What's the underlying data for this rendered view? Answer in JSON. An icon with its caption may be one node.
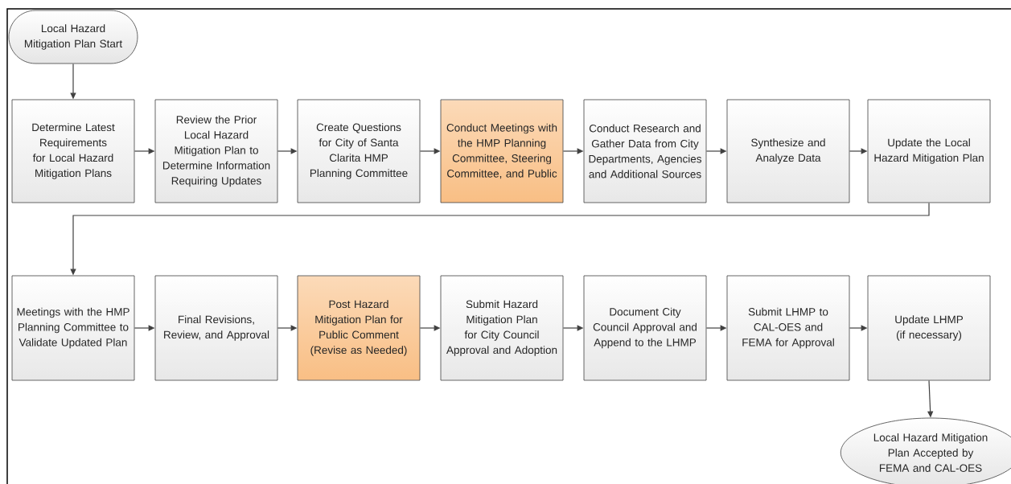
{
  "diagram": {
    "nodes": [
      {
        "text": [
          "Local Hazard Mitigation Plan Start"
        ]
      },
      {
        "text": [
          "Determine Latest Requirements for Local Hazard Mitigation Plans"
        ]
      },
      {
        "text": [
          "Review the Prior Local Hazard Mitigation Plan to Determine Information Requiring Updates"
        ]
      },
      {
        "text": [
          "Create Questions for City of Santa Clarita HMP Planning Committee"
        ]
      },
      {
        "text": [
          "Conduct Meetings with the HMP Planning Committee, Steering Committee, and Public"
        ]
      },
      {
        "text": [
          "Conduct Research and Gather Data from City Departments, Agencies and Additional Sources"
        ]
      },
      {
        "text": [
          "Synthesize and Analyze Data"
        ]
      },
      {
        "text": [
          "Update the Local Hazard Mitigation Plan"
        ]
      },
      {
        "text": [
          "Meetings with the HMP Planning Committee to Validate Updated Plan"
        ]
      },
      {
        "text": [
          "Final Revisions, Review, and Approval"
        ]
      },
      {
        "text": [
          "Post Hazard Mitigation Plan for Public Comment (Revise as Needed)"
        ]
      },
      {
        "text": [
          "Submit Hazard Mitigation Plan for City Council Approval and Adoption"
        ]
      },
      {
        "text": [
          "Document City Council Approval and Append to the LHMP"
        ]
      },
      {
        "text": [
          "Submit LHMP to CAL-OES and FEMA for Approval"
        ]
      },
      {
        "text": [
          "Update LHMP (if necessary)"
        ]
      },
      {
        "text": [
          "Local Hazard Mitigation Plan Accepted by FEMA and CAL-OES"
        ]
      }
    ],
    "edges": [
      {
        "from": 0,
        "to": 1,
        "arrow": "to"
      },
      {
        "from": 1,
        "to": 2,
        "arrow": "to"
      },
      {
        "from": 2,
        "to": 3,
        "arrow": "to"
      },
      {
        "from": 3,
        "to": 4,
        "arrow": "to"
      },
      {
        "from": 4,
        "to": 5,
        "arrow": "to"
      },
      {
        "from": 5,
        "to": 6,
        "arrow": "to"
      },
      {
        "from": 6,
        "to": 7,
        "arrow": "to"
      },
      {
        "from": 7,
        "to": 8,
        "arrow": "to"
      },
      {
        "from": 8,
        "to": 9,
        "arrow": "to"
      },
      {
        "from": 9,
        "to": 10,
        "arrow": "to"
      },
      {
        "from": 10,
        "to": 11,
        "arrow": "to"
      },
      {
        "from": 11,
        "to": 12,
        "arrow": "to"
      },
      {
        "from": 12,
        "to": 13,
        "arrow": "to"
      },
      {
        "from": 13,
        "to": 14,
        "arrow": "to"
      },
      {
        "from": 14,
        "to": 15,
        "arrow": "to"
      }
    ]
  }
}
